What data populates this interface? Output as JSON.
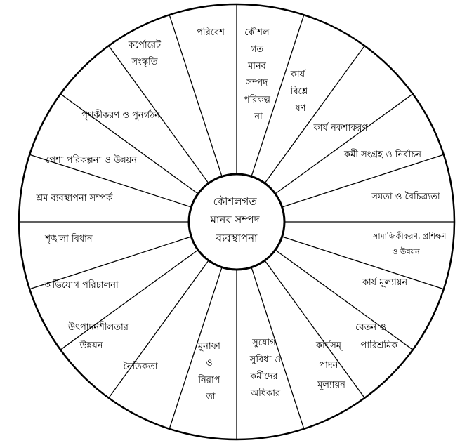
{
  "center": {
    "lines": [
      "কৌশলগত",
      "মানব সম্পদ",
      "ব্যবস্থাপনা"
    ]
  },
  "segments": [
    {
      "name": "segment-environment",
      "lines": [
        "পরিবেশ"
      ]
    },
    {
      "name": "segment-strategic-hr-planning",
      "lines": [
        "কৌশল",
        "গত",
        "মানব",
        "সম্পদ",
        "পরিকল্প",
        "না"
      ]
    },
    {
      "name": "segment-job-analysis",
      "lines": [
        "কার্য",
        "বিশ্লে",
        "ষণ"
      ]
    },
    {
      "name": "segment-job-design",
      "lines": [
        "কার্য নকশাকরণ"
      ]
    },
    {
      "name": "segment-recruitment-selection",
      "lines": [
        "কর্মী সংগ্রহ ও নির্বাচন"
      ]
    },
    {
      "name": "segment-equality-diversity",
      "lines": [
        "সমতা ও বৈচিত্র্যতা"
      ]
    },
    {
      "name": "segment-socialization-training",
      "lines": [
        "সামাজিকীকরণ, প্রশিক্ষণ",
        "ও উন্নয়ন"
      ]
    },
    {
      "name": "segment-job-evaluation",
      "lines": [
        "কার্য মূল্যায়ন"
      ]
    },
    {
      "name": "segment-compensation",
      "lines": [
        "বেতন ও",
        "পারিশ্রমিক"
      ]
    },
    {
      "name": "segment-performance-appraisal",
      "lines": [
        "কার্যসম্",
        "পাদন",
        "মূল্যায়ন"
      ]
    },
    {
      "name": "segment-benefits-rights",
      "lines": [
        "সুযোগ",
        "সুবিধা ও",
        "কর্মীদের",
        "অধিকার"
      ]
    },
    {
      "name": "segment-health-safety",
      "lines": [
        "মুনাফা",
        "ও",
        "নিরাপ",
        "ত্তা"
      ]
    },
    {
      "name": "segment-ethics",
      "lines": [
        "নৈতিকতা"
      ]
    },
    {
      "name": "segment-productivity",
      "lines": [
        "উৎপাদনশীলতার",
        "উন্নয়ন"
      ]
    },
    {
      "name": "segment-grievance-handling",
      "lines": [
        "অভিযোগ পরিচালনা"
      ]
    },
    {
      "name": "segment-discipline",
      "lines": [
        "শৃঙ্খলা বিধান"
      ]
    },
    {
      "name": "segment-labour-relations",
      "lines": [
        "শ্রম ব্যবস্থাপনা সম্পর্ক"
      ]
    },
    {
      "name": "segment-career-planning",
      "lines": [
        "পেশা পরিকল্পনা ও উন্নয়ন"
      ]
    },
    {
      "name": "segment-restructuring",
      "lines": [
        "পৃথকীকরণ ও পুনর্গঠন"
      ]
    },
    {
      "name": "segment-corporate-culture",
      "lines": [
        "কর্পোরেট",
        "সংস্কৃতি"
      ]
    }
  ]
}
